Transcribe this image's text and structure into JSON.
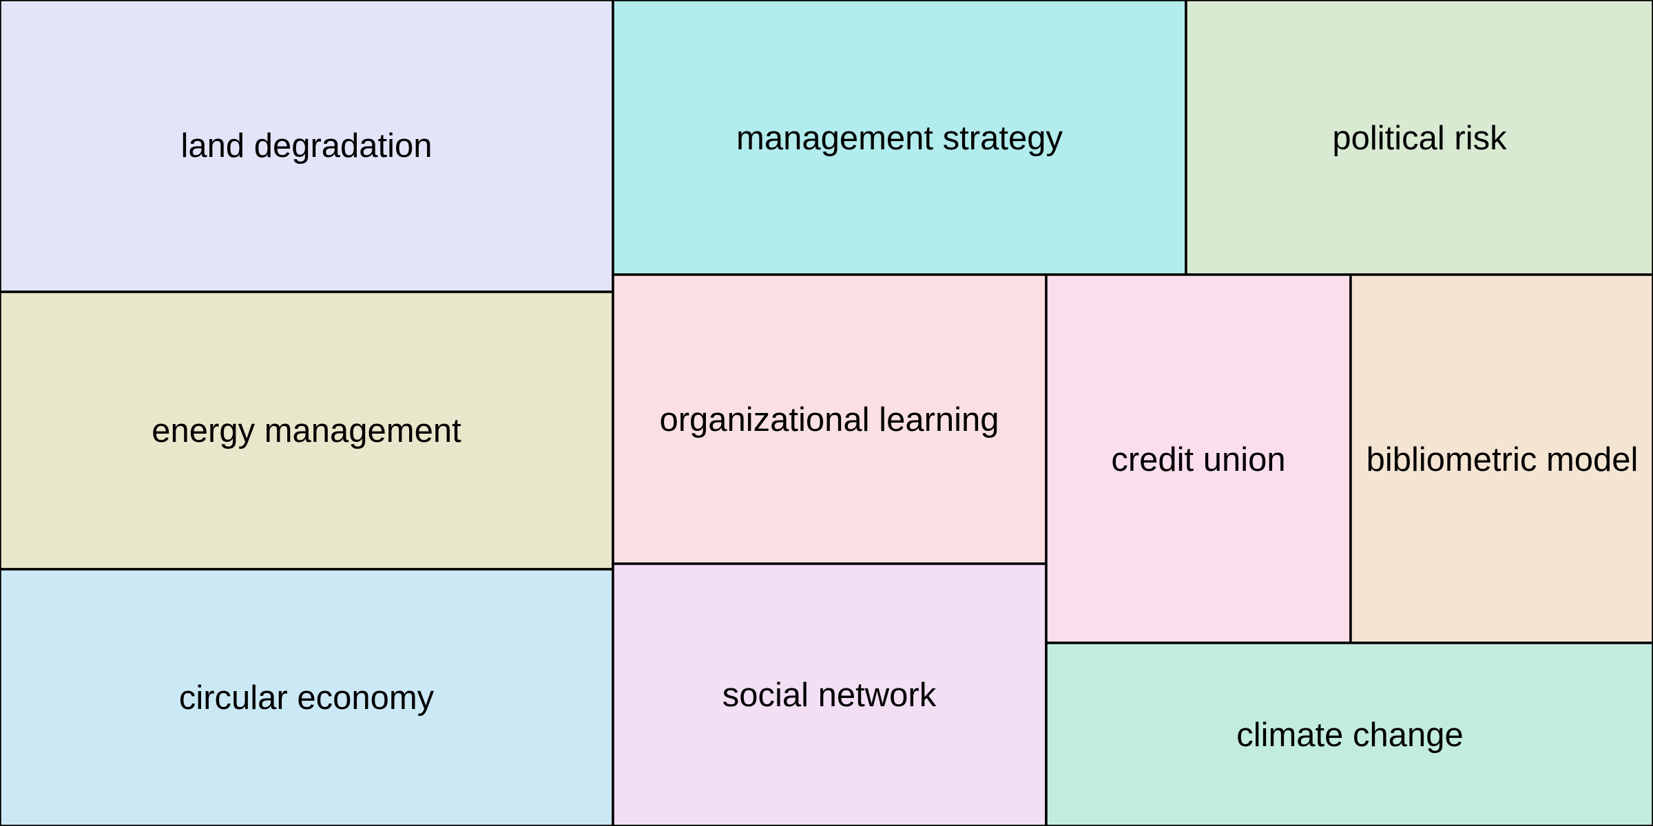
{
  "chart_data": {
    "type": "treemap",
    "tiles": [
      {
        "label": "land degradation",
        "color": "#e3e4f8"
      },
      {
        "label": "energy management",
        "color": "#e8e7cb"
      },
      {
        "label": "circular economy",
        "color": "#cbe8f5"
      },
      {
        "label": "management strategy",
        "color": "#b2ecec"
      },
      {
        "label": "political risk",
        "color": "#d9ead3"
      },
      {
        "label": "organizational learning",
        "color": "#fae0e2"
      },
      {
        "label": "social network",
        "color": "#f2dff4"
      },
      {
        "label": "credit union",
        "color": "#fbdeec"
      },
      {
        "label": "bibliometric model",
        "color": "#f4e4d2"
      },
      {
        "label": "climate change",
        "color": "#c2ecdf"
      }
    ]
  }
}
